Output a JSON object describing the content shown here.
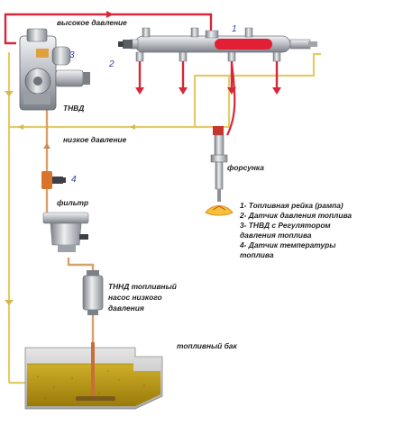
{
  "labels": {
    "high_pressure": "высокое давление",
    "low_pressure": "низкое давление",
    "tnvd": "ТНВД",
    "injector": "форсунка",
    "filter": "фильтр",
    "lp_pump_1": "ТННД топливный",
    "lp_pump_2": "насос низкого",
    "lp_pump_3": "давления",
    "tank": "топливный бак"
  },
  "numbers": {
    "n1": "1",
    "n2": "2",
    "n3": "3",
    "n4": "4"
  },
  "legend": [
    "1- Топливная рейка (рампа)",
    "2- Датчик давления топлива",
    "3- ТНВД с Регулятором",
    "давления топлива",
    "4- Датчик температуры",
    "топлива"
  ],
  "colors": {
    "high_pressure_line": "#d8263a",
    "low_pressure_supply": "#d9a068",
    "return_line": "#e2cc6a",
    "fuel": "#b8960f",
    "metal": "#b8bcc2"
  }
}
